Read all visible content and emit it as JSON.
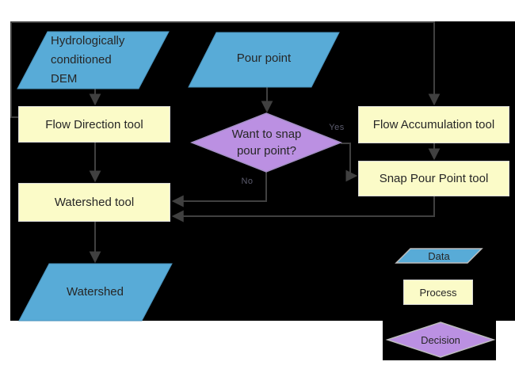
{
  "nodes": {
    "dem": {
      "label": "Hydrologically\nconditioned\nDEM",
      "type": "data"
    },
    "pour_point": {
      "label": "Pour point",
      "type": "data"
    },
    "flow_direction": {
      "label": "Flow Direction tool",
      "type": "process"
    },
    "flow_accumulation": {
      "label": "Flow Accumulation tool",
      "type": "process"
    },
    "snap_pour_point": {
      "label": "Snap Pour Point tool",
      "type": "process"
    },
    "snap_decision": {
      "label": "Want to snap\npour point?",
      "type": "decision"
    },
    "watershed_tool": {
      "label": "Watershed tool",
      "type": "process"
    },
    "watershed": {
      "label": "Watershed",
      "type": "data"
    }
  },
  "edge_labels": {
    "yes": "Yes",
    "no": "No"
  },
  "legend": {
    "data": "Data",
    "process": "Process",
    "decision": "Decision"
  },
  "colors": {
    "canvas_bg": "#000000",
    "page_bg": "#ffffff",
    "data_fill": "#58abd7",
    "data_stroke": "#4a93bd",
    "process_fill": "#fbfbc8",
    "process_stroke": "#d8d8d8",
    "decision_fill": "#bb90e2",
    "decision_stroke": "#a48fc5",
    "legend_shape_stroke": "#bdbdbd",
    "connector": "#404040",
    "edge_label_text": "#5c5c6e",
    "node_text": "#262626"
  }
}
